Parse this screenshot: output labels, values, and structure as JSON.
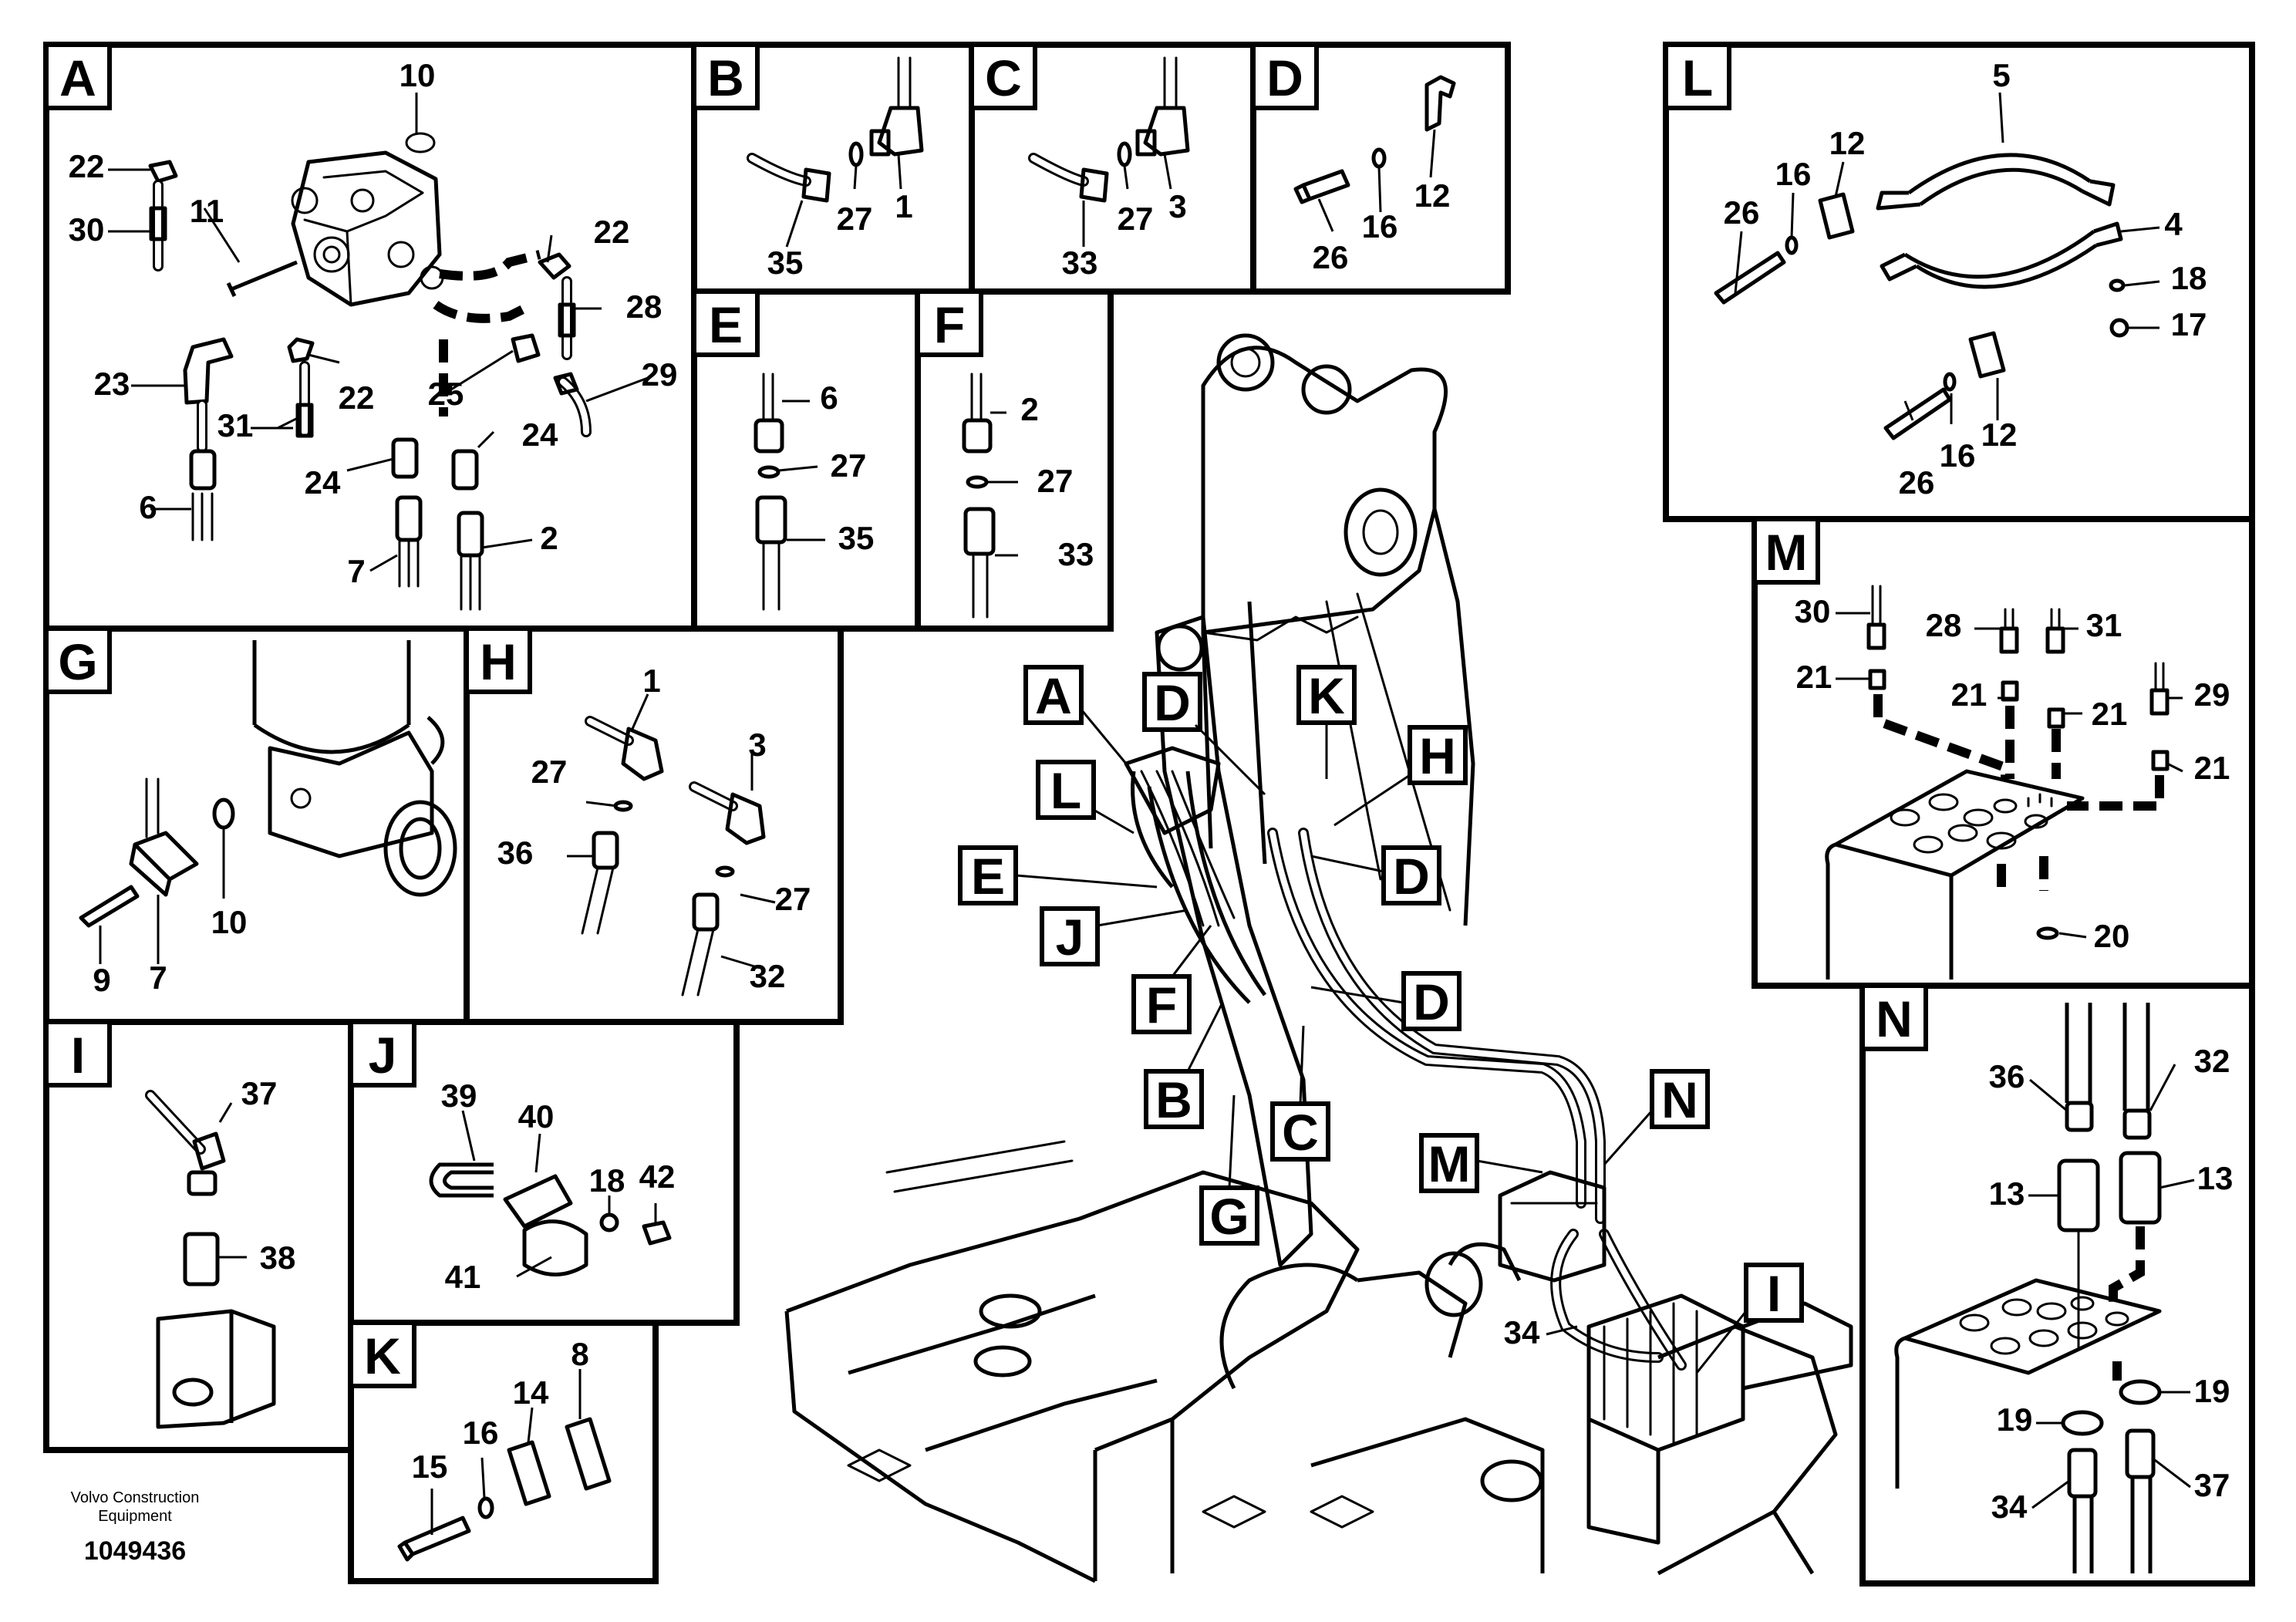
{
  "panels": {
    "A": {
      "letter": "A",
      "callouts": [
        "10",
        "22",
        "30",
        "11",
        "22",
        "28",
        "23",
        "22",
        "25",
        "29",
        "31",
        "24",
        "24",
        "6",
        "7",
        "2"
      ]
    },
    "B": {
      "letter": "B",
      "callouts": [
        "35",
        "27",
        "1"
      ]
    },
    "C": {
      "letter": "C",
      "callouts": [
        "33",
        "27",
        "3"
      ]
    },
    "D": {
      "letter": "D",
      "callouts": [
        "26",
        "16",
        "12"
      ]
    },
    "E": {
      "letter": "E",
      "callouts": [
        "6",
        "27",
        "35"
      ]
    },
    "F": {
      "letter": "F",
      "callouts": [
        "2",
        "27",
        "33"
      ]
    },
    "G": {
      "letter": "G",
      "callouts": [
        "9",
        "7",
        "10"
      ]
    },
    "H": {
      "letter": "H",
      "callouts": [
        "1",
        "27",
        "3",
        "36",
        "27",
        "32"
      ]
    },
    "I": {
      "letter": "I",
      "callouts": [
        "37",
        "38"
      ]
    },
    "J": {
      "letter": "J",
      "callouts": [
        "39",
        "40",
        "18",
        "42",
        "41"
      ]
    },
    "K": {
      "letter": "K",
      "callouts": [
        "8",
        "14",
        "16",
        "15"
      ]
    },
    "L": {
      "letter": "L",
      "callouts": [
        "5",
        "12",
        "16",
        "26",
        "4",
        "18",
        "17",
        "26",
        "16",
        "12"
      ]
    },
    "M": {
      "letter": "M",
      "callouts": [
        "30",
        "28",
        "31",
        "21",
        "21",
        "21",
        "29",
        "21",
        "20"
      ]
    },
    "N": {
      "letter": "N",
      "callouts": [
        "36",
        "32",
        "13",
        "13",
        "19",
        "19",
        "34",
        "37"
      ]
    }
  },
  "main_view": {
    "tags": [
      "A",
      "D",
      "K",
      "H",
      "L",
      "E",
      "D",
      "J",
      "F",
      "D",
      "B",
      "C",
      "G",
      "N",
      "M",
      "I"
    ],
    "callouts": [
      "34"
    ]
  },
  "footer": {
    "company_line1": "Volvo Construction",
    "company_line2": "Equipment",
    "document_number": "1049436"
  }
}
